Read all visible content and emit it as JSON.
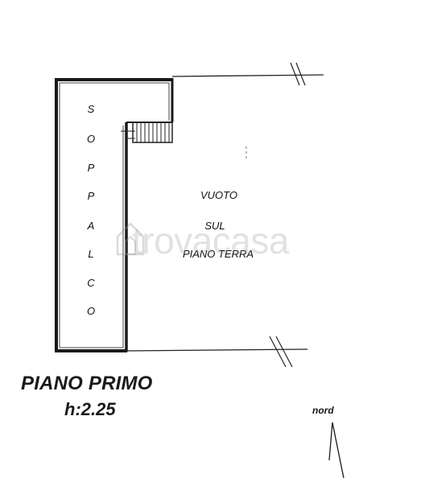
{
  "mezzanine_letters": [
    "S",
    "O",
    "P",
    "P",
    "A",
    "L",
    "C",
    "O"
  ],
  "void_label": {
    "line1": "VUOTO",
    "line2": "SUL",
    "line3": "PIANO TERRA"
  },
  "floor_title": "PIANO PRIMO",
  "ceiling_height": "h:2.25",
  "north_label": "nord",
  "watermark": "trovacasa",
  "colors": {
    "ink": "#1a1a1a",
    "background": "#ffffff",
    "watermark": "#969696"
  }
}
